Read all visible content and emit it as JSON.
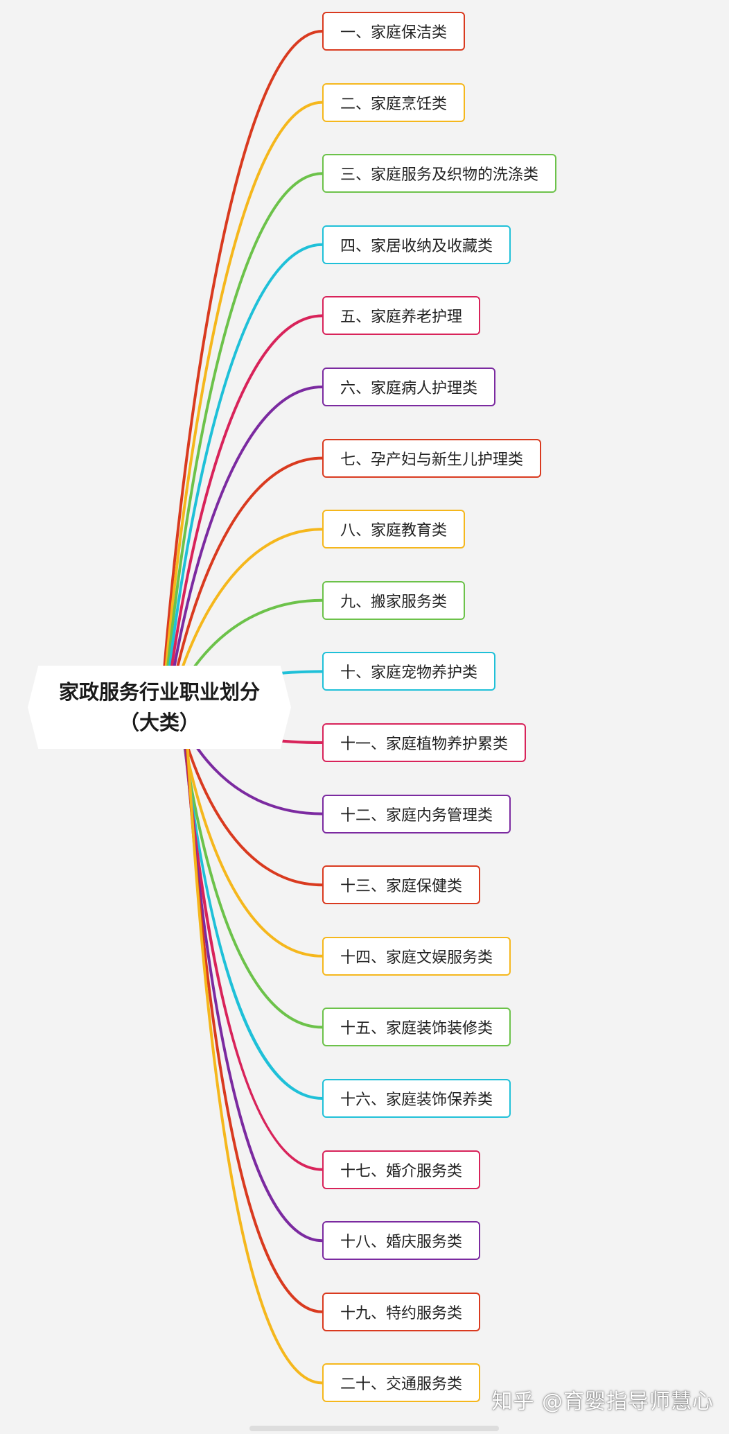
{
  "root": {
    "line1": "家政服务行业职业划分",
    "line2": "（大类）"
  },
  "branches": [
    {
      "label": "一、家庭保洁类",
      "color": "#d93a1f"
    },
    {
      "label": "二、家庭烹饪类",
      "color": "#f5b71c"
    },
    {
      "label": "三、家庭服务及织物的洗涤类",
      "color": "#6cc24a"
    },
    {
      "label": "四、家居收纳及收藏类",
      "color": "#1fc0d8"
    },
    {
      "label": "五、家庭养老护理",
      "color": "#d8235a"
    },
    {
      "label": "六、家庭病人护理类",
      "color": "#7b2aa0"
    },
    {
      "label": "七、孕产妇与新生儿护理类",
      "color": "#d93a1f"
    },
    {
      "label": "八、家庭教育类",
      "color": "#f5b71c"
    },
    {
      "label": "九、搬家服务类",
      "color": "#6cc24a"
    },
    {
      "label": "十、家庭宠物养护类",
      "color": "#1fc0d8"
    },
    {
      "label": "十一、家庭植物养护累类",
      "color": "#d8235a"
    },
    {
      "label": "十二、家庭内务管理类",
      "color": "#7b2aa0"
    },
    {
      "label": "十三、家庭保健类",
      "color": "#d93a1f"
    },
    {
      "label": "十四、家庭文娱服务类",
      "color": "#f5b71c"
    },
    {
      "label": "十五、家庭装饰装修类",
      "color": "#6cc24a"
    },
    {
      "label": "十六、家庭装饰保养类",
      "color": "#1fc0d8"
    },
    {
      "label": "十七、婚介服务类",
      "color": "#d8235a"
    },
    {
      "label": "十八、婚庆服务类",
      "color": "#7b2aa0"
    },
    {
      "label": "十九、特约服务类",
      "color": "#d93a1f"
    },
    {
      "label": "二十、交通服务类",
      "color": "#f5b71c"
    }
  ],
  "watermark": "知乎 @育婴指导师慧心"
}
